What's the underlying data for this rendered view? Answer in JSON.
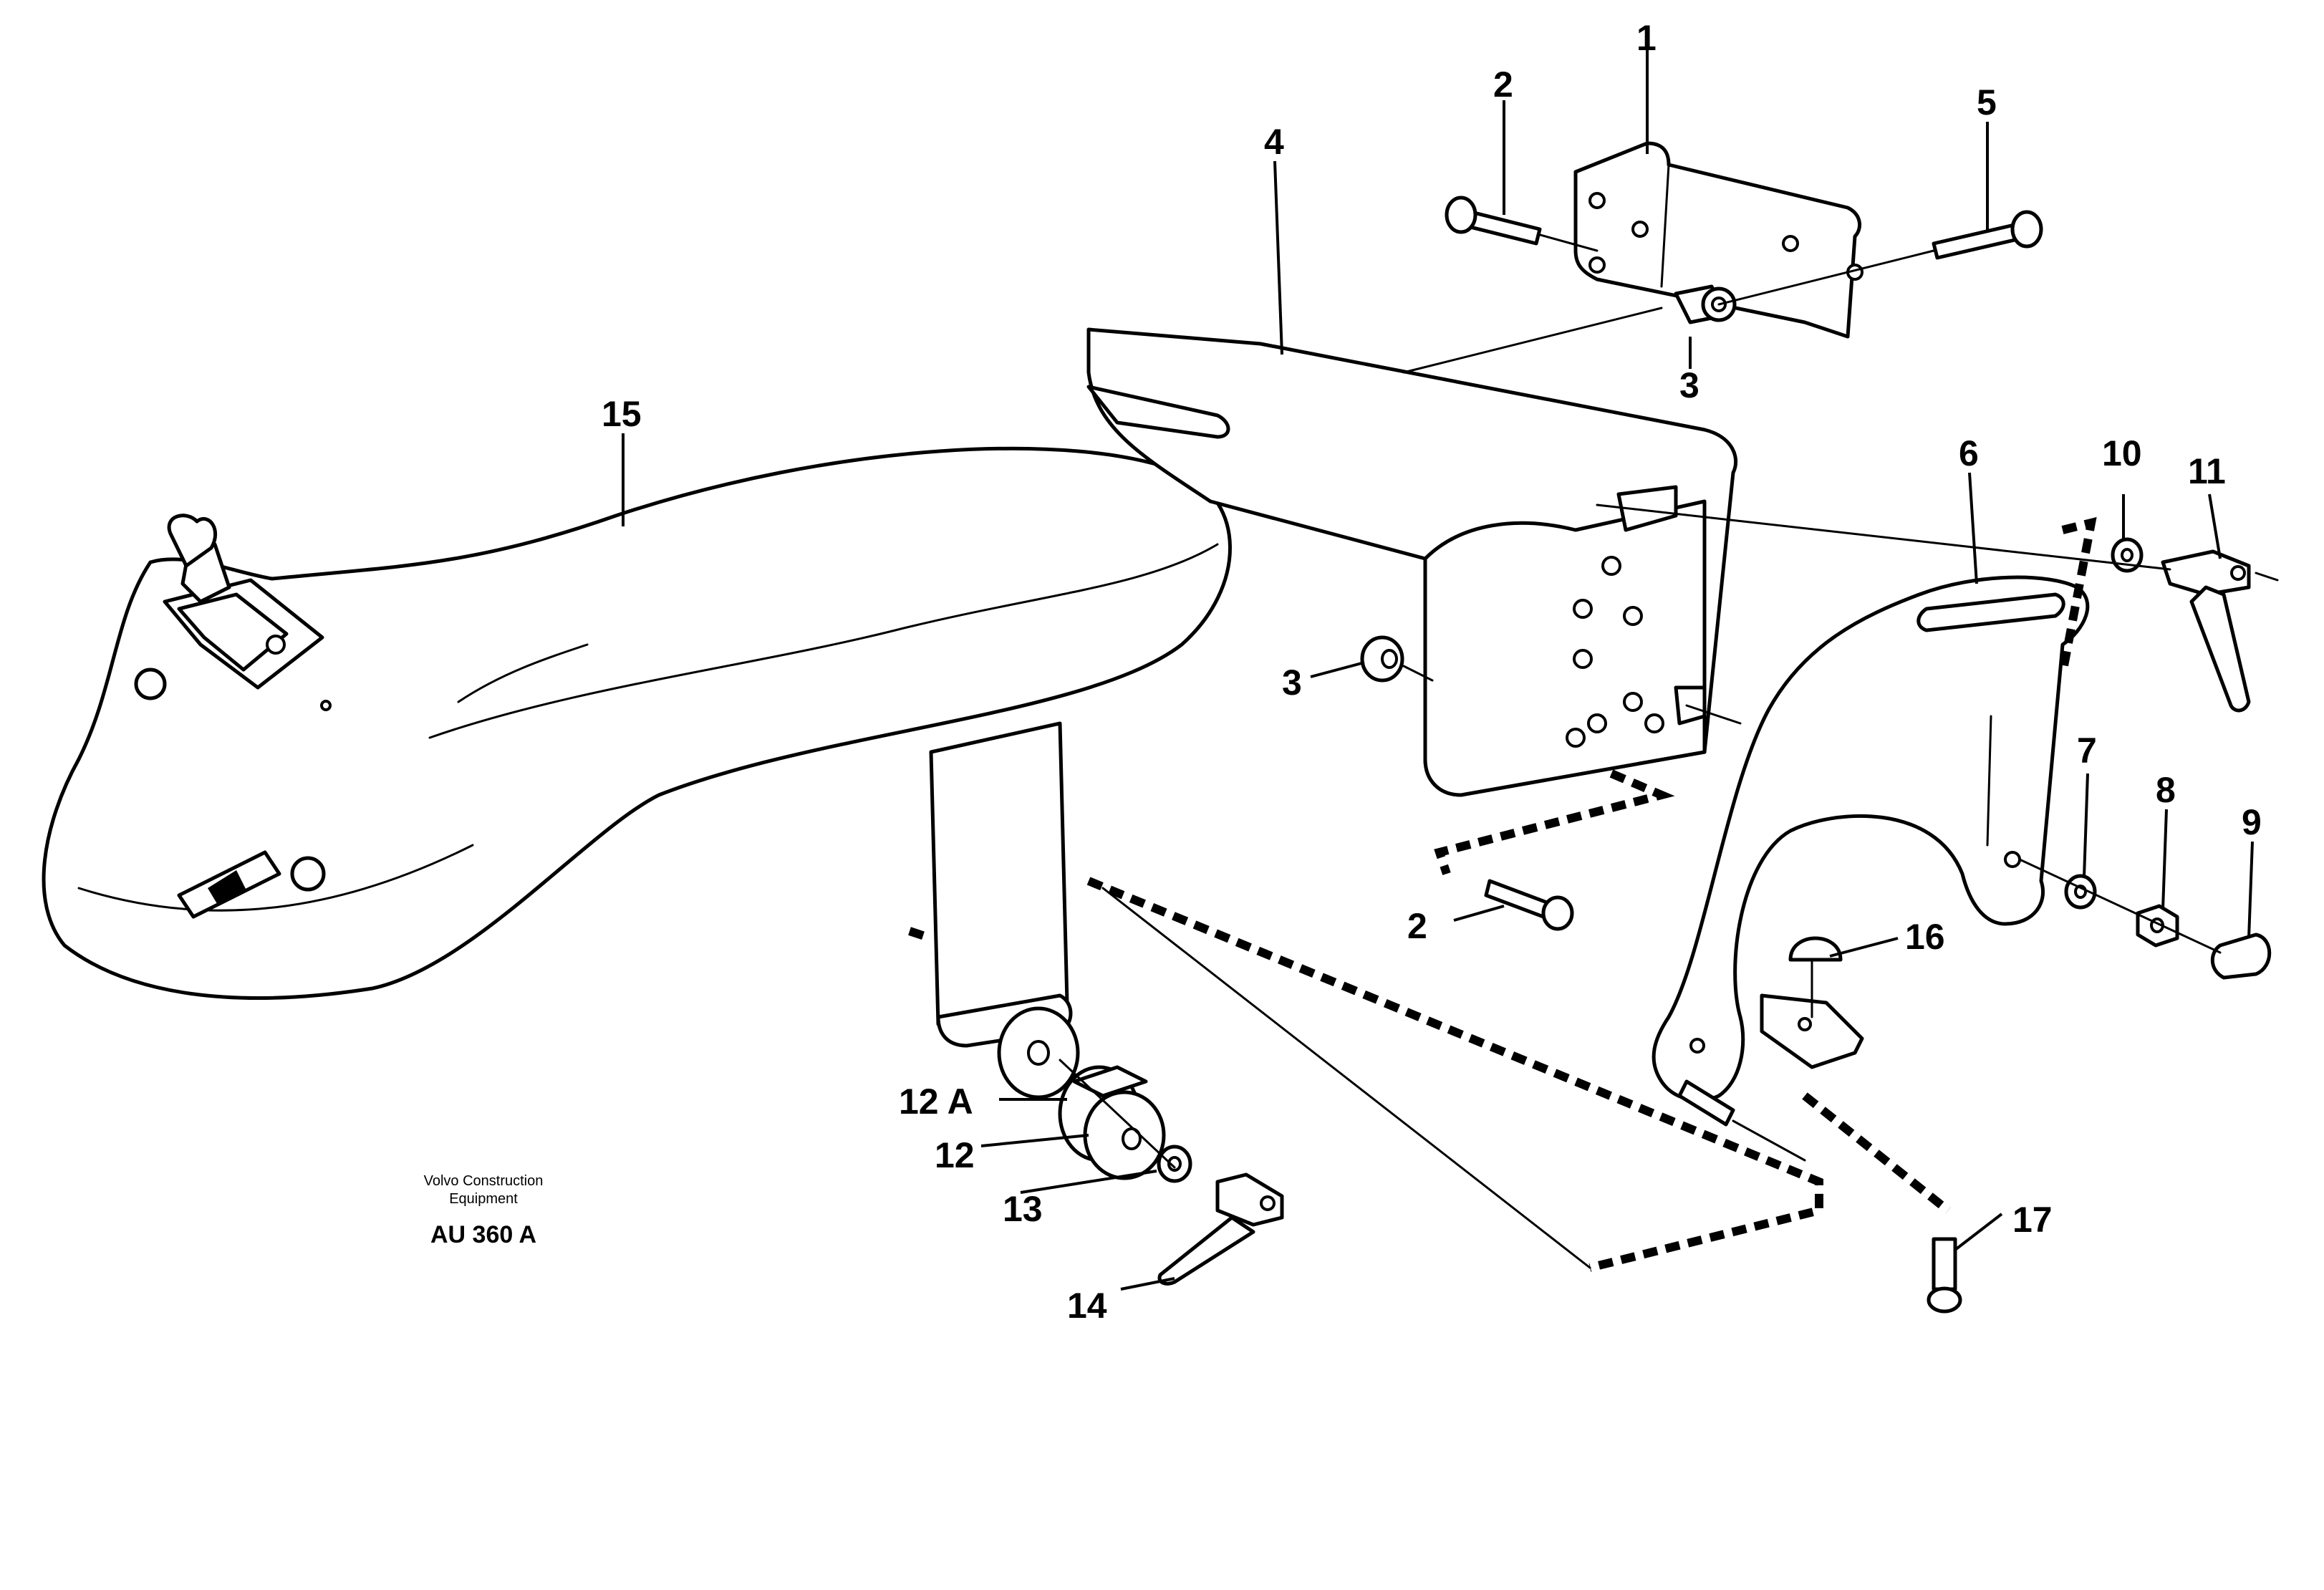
{
  "callouts": {
    "c1": "1",
    "c2a": "2",
    "c2b": "2",
    "c3a": "3",
    "c3b": "3",
    "c4": "4",
    "c5": "5",
    "c6": "6",
    "c7": "7",
    "c8": "8",
    "c9": "9",
    "c10": "10",
    "c11": "11",
    "c12": "12",
    "c12a": "12 A",
    "c13": "13",
    "c14": "14",
    "c15": "15",
    "c16": "16",
    "c17": "17"
  },
  "credit": {
    "line1": "Volvo Construction",
    "line2": "Equipment",
    "code": "AU 360 A"
  }
}
